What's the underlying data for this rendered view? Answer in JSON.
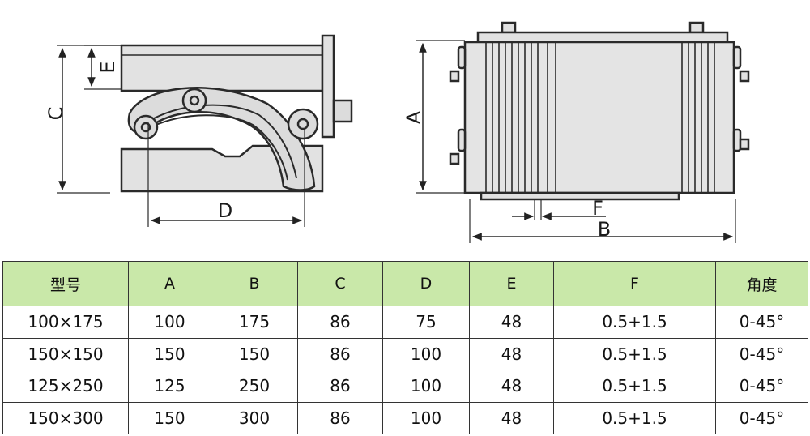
{
  "diagram": {
    "side_view_labels": {
      "c": "C",
      "e": "E",
      "d": "D"
    },
    "front_view_labels": {
      "a": "A",
      "f": "F",
      "b": "B"
    }
  },
  "table": {
    "headers": [
      "型号",
      "A",
      "B",
      "C",
      "D",
      "E",
      "F",
      "角度"
    ],
    "rows": [
      [
        "100×175",
        "100",
        "175",
        "86",
        "75",
        "48",
        "0.5+1.5",
        "0-45°"
      ],
      [
        "150×150",
        "150",
        "150",
        "86",
        "100",
        "48",
        "0.5+1.5",
        "0-45°"
      ],
      [
        "125×250",
        "125",
        "250",
        "86",
        "100",
        "48",
        "0.5+1.5",
        "0-45°"
      ],
      [
        "150×300",
        "150",
        "300",
        "86",
        "100",
        "48",
        "0.5+1.5",
        "0-45°"
      ]
    ],
    "header_color": "#c9e8a9",
    "border_color": "#333333"
  }
}
